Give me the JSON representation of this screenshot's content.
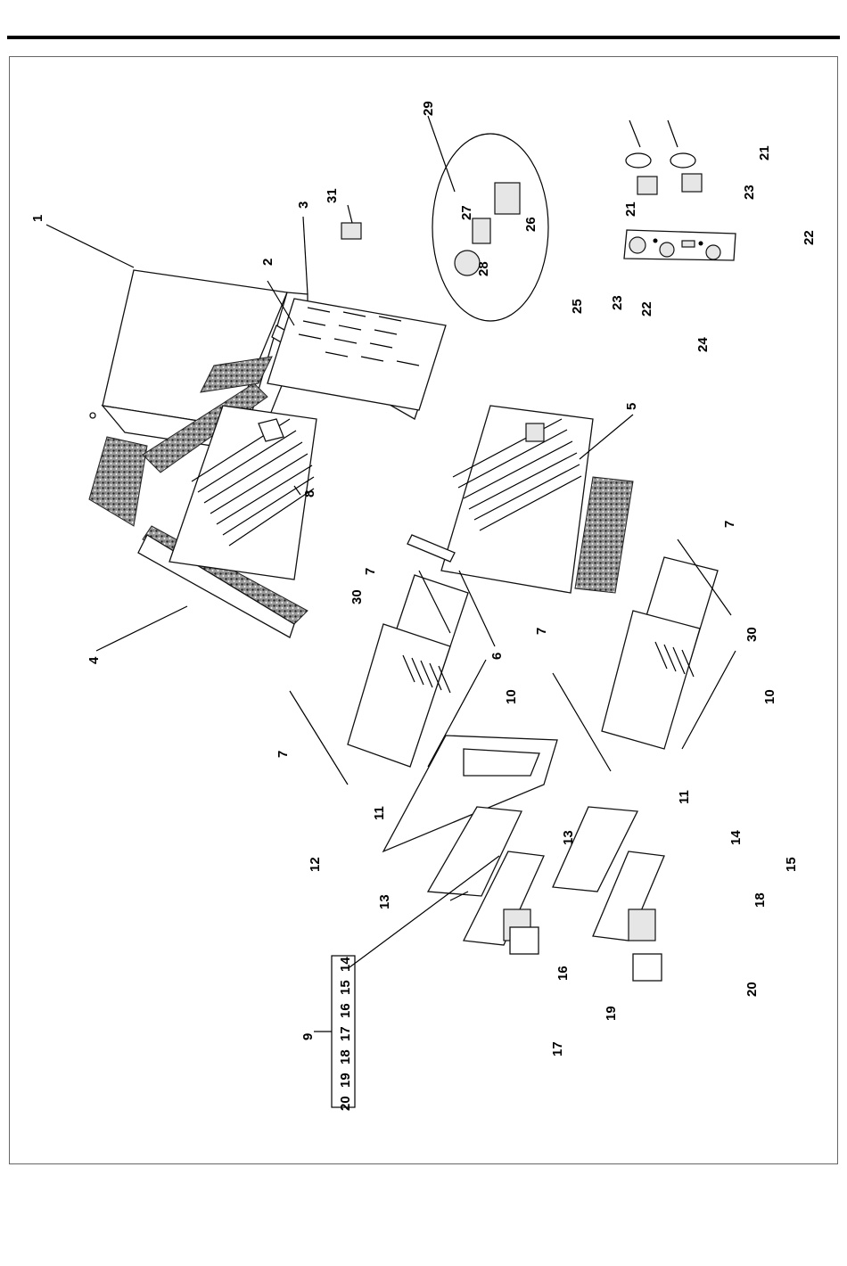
{
  "labels": {
    "p1": "1",
    "p2": "2",
    "p3": "3",
    "p4": "4",
    "p5": "5",
    "p6": "6",
    "p7a": "7",
    "p7b": "7",
    "p7c": "7",
    "p7d": "7",
    "p8": "8",
    "p9": "9",
    "p10a": "10",
    "p10b": "10",
    "p11a": "11",
    "p11b": "11",
    "p12": "12",
    "p13a": "13",
    "p13b": "13",
    "p14a": "14",
    "p14b": "14",
    "p15a": "15",
    "p15b": "15",
    "p16a": "16",
    "p16b": "16",
    "p17a": "17",
    "p17b": "17",
    "p18a": "18",
    "p18b": "18",
    "p19a": "19",
    "p19b": "19",
    "p20a": "20",
    "p20b": "20",
    "p21a": "21",
    "p21b": "21",
    "p22a": "22",
    "p22b": "22",
    "p23a": "23",
    "p23b": "23",
    "p24": "24",
    "p25": "25",
    "p26": "26",
    "p27": "27",
    "p28": "28",
    "p29": "29",
    "p30a": "30",
    "p30b": "30",
    "p31": "31"
  },
  "kit_list": [
    "14",
    "15",
    "16",
    "17",
    "18",
    "19",
    "20"
  ]
}
